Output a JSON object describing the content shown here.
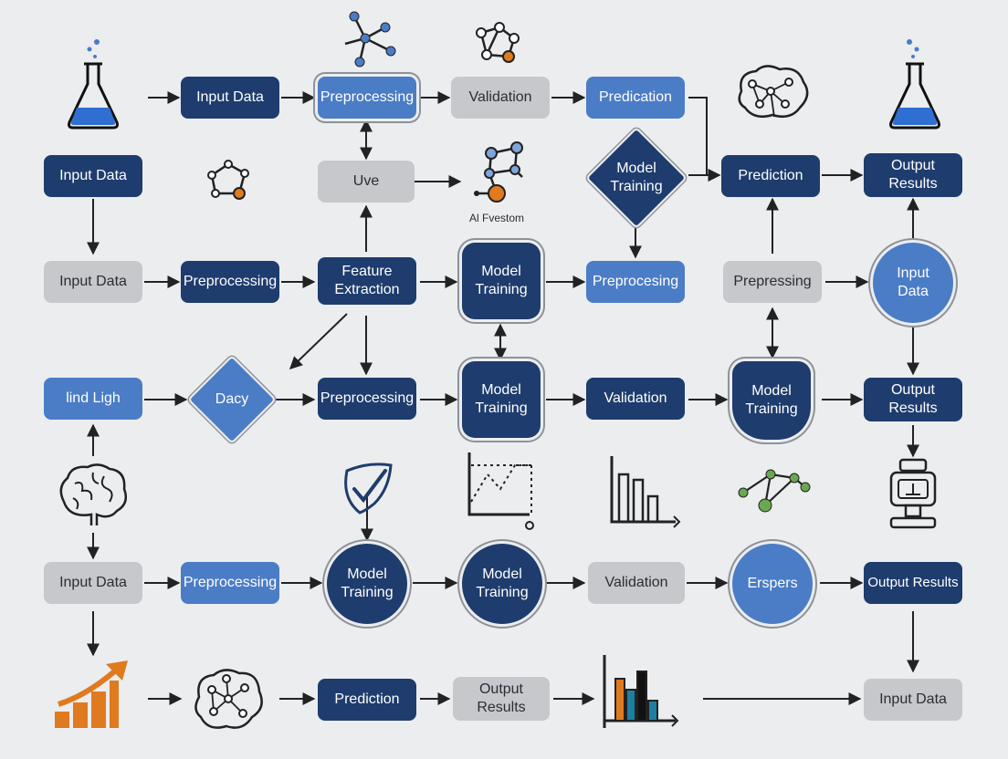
{
  "nodes": {
    "r1_input": "Input Data",
    "r1_preprocessing": "Preprocessing",
    "r1_validation": "Validation",
    "r1_predication": "Predication",
    "r2_input": "Input Data",
    "r2_uve": "Uve",
    "r2_model_training": "Model\nTraining",
    "r2_prediction": "Prediction",
    "r2_output": "Output\nResults",
    "r3_input": "Input Data",
    "r3_preprocessing": "Preprocessing",
    "r3_feature": "Feature\nExtraction",
    "r3_model_training": "Model\nTraining",
    "r3_preprocesing": "Preprocesing",
    "r3_prepressing": "Prepressing",
    "r3_input_circle": "Input\nData",
    "r4_lind": "lind Ligh",
    "r4_dacy": "Dacy",
    "r4_preprocessing": "Preprocessing",
    "r4_model_training_a": "Model\nTraining",
    "r4_validation": "Validation",
    "r4_model_training_b": "Model\nTraining",
    "r4_output": "Output\nResults",
    "r5_input": "Input Data",
    "r5_preprocessing": "Preprocessing",
    "r5_model_training_a": "Model\nTraining",
    "r5_model_training_b": "Model\nTraining",
    "r5_validation": "Validation",
    "r5_erspers": "Erspers",
    "r5_output": "Output Results",
    "r6_prediction": "Prediction",
    "r6_output": "Output\nResults",
    "r6_input": "Input Data"
  },
  "captions": {
    "ai_system": "Al Fvestom"
  },
  "icons": [
    "flask-icon",
    "molecule-icon",
    "molecule-icon",
    "neural-network-icon",
    "flask-icon",
    "molecule-icon",
    "molecule-icon",
    "brain-icon",
    "shield-check-icon",
    "line-chart-icon",
    "bar-chart-icon",
    "molecule-icon",
    "microscope-icon",
    "growth-chart-icon",
    "neural-network-icon",
    "bar-chart-icon"
  ],
  "colors": {
    "navy": "#1e3c6d",
    "blue": "#4b7cc6",
    "gray": "#c6c8cb",
    "orange": "#e07a1f",
    "green": "#6aa84f",
    "arrow": "#222222"
  }
}
